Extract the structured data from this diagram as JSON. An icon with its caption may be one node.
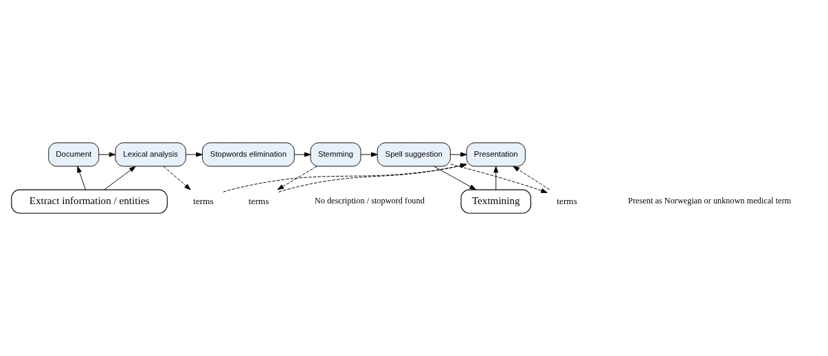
{
  "diagram": {
    "nodes": [
      {
        "text": [
          "Document"
        ]
      },
      {
        "text": [
          "Lexical analysis"
        ]
      },
      {
        "text": [
          "Stopwords elimination"
        ]
      },
      {
        "text": [
          "Stemming"
        ]
      },
      {
        "text": [
          "Spell suggestion"
        ]
      },
      {
        "text": [
          "Presentation"
        ]
      },
      {
        "text": [
          "Textmining"
        ]
      },
      {
        "text": [
          "Extract information / entities"
        ]
      },
      {
        "text": [
          "terms"
        ]
      },
      {
        "text": [
          "terms"
        ]
      },
      {
        "text": [
          "terms"
        ]
      }
    ],
    "edges": [
      {
        "from": 0,
        "to": 1,
        "arrow": "to"
      },
      {
        "from": 1,
        "to": 2,
        "arrow": "to"
      },
      {
        "from": 2,
        "to": 3,
        "arrow": "to"
      },
      {
        "from": 3,
        "to": 4,
        "arrow": "to"
      },
      {
        "from": 4,
        "to": 5,
        "arrow": "to"
      },
      {
        "from": 4,
        "to": 6,
        "arrow": "to"
      },
      {
        "from": 6,
        "to": 5,
        "arrow": "to"
      },
      {
        "from": 7,
        "to": 0,
        "arrow": "to"
      },
      {
        "from": 7,
        "to": 1,
        "arrow": "to"
      },
      {
        "from": 1,
        "to": 8,
        "arrow": "to",
        "style": "dashed"
      },
      {
        "from": 3,
        "to": 9,
        "arrow": "to",
        "style": "dashed"
      },
      {
        "from": 4,
        "to": 10,
        "arrow": "to",
        "style": "dashed"
      },
      {
        "from": 8,
        "to": 5,
        "arrow": "to",
        "style": "dashed"
      },
      {
        "from": 9,
        "to": 5,
        "arrow": "to",
        "style": "dashed"
      },
      {
        "from": 10,
        "to": 5,
        "arrow": "to",
        "style": "dashed"
      }
    ],
    "labels": [
      "No description / stopword found",
      "Present as Norwegian or unknown medical term"
    ]
  }
}
